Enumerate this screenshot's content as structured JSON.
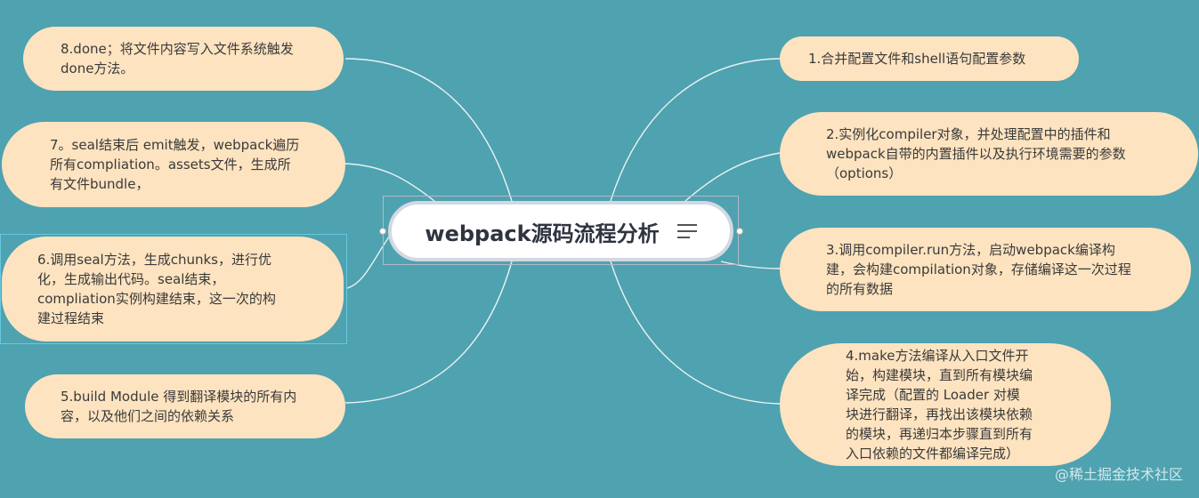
{
  "center": {
    "title": "webpack源码流程分析",
    "icon": "menu-lines-icon"
  },
  "right_nodes": [
    {
      "id": "step-1",
      "text": "1.合并配置文件和shell语句配置参数"
    },
    {
      "id": "step-2",
      "text": "2.实例化compiler对象，并处理配置中的插件和webpack自带的内置插件以及执行环境需要的参数（options）"
    },
    {
      "id": "step-3",
      "text": "3.调用compiler.run方法，启动webpack编译构建，会构建compilation对象，存储编译这一次过程的所有数据"
    },
    {
      "id": "step-4",
      "text": "4.make方法编译从入口文件开始，构建模块，直到所有模块编译完成（配置的 Loader 对模块进行翻译，再找出该模块依赖的模块，再递归本步骤直到所有入口依赖的文件都编译完成）"
    }
  ],
  "left_nodes": [
    {
      "id": "step-8",
      "text": "8.done；将文件内容写入文件系统触发done方法。"
    },
    {
      "id": "step-7",
      "text": "7。seal结束后 emit触发，webpack遍历所有compliation。assets文件，生成所有文件bundle，"
    },
    {
      "id": "step-6",
      "text": "6.调用seal方法，生成chunks，进行优化，生成输出代码。seal结束，compliation实例构建结束，这一次的构建过程结束"
    },
    {
      "id": "step-5",
      "text": "5.build Module 得到翻译模块的所有内容，以及他们之间的依赖关系"
    }
  ],
  "watermark": "@稀土掘金技术社区",
  "colors": {
    "background": "#4fa2b0",
    "node": "#fde3c0",
    "center": "#ffffff"
  }
}
